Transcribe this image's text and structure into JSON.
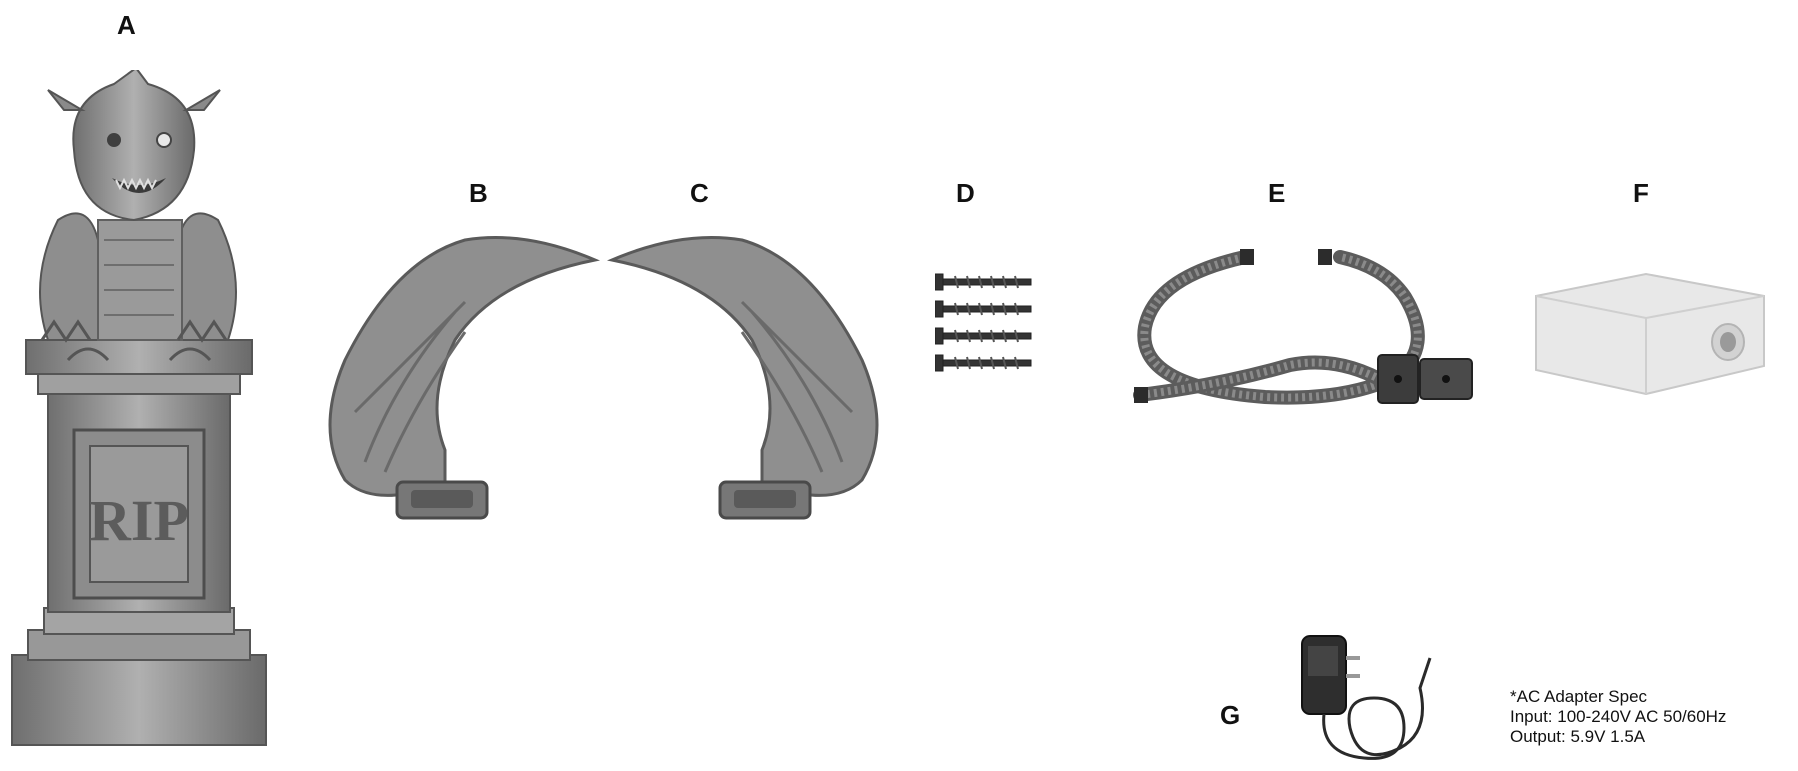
{
  "parts": [
    {
      "letter": "A",
      "icon": "gargoyle-tombstone-icon"
    },
    {
      "letter": "B",
      "icon": "left-wing-icon"
    },
    {
      "letter": "C",
      "icon": "right-wing-icon"
    },
    {
      "letter": "D",
      "icon": "screws-icon"
    },
    {
      "letter": "E",
      "icon": "flexible-hose-icon"
    },
    {
      "letter": "F",
      "icon": "connector-box-icon"
    },
    {
      "letter": "G",
      "icon": "ac-adapter-icon"
    }
  ],
  "tombstone_text": "RIP",
  "spec": {
    "title": "*AC Adapter Spec",
    "input": "Input: 100-240V AC 50/60Hz",
    "output": "Output: 5.9V 1.5A"
  },
  "colors": {
    "stone_light": "#a8a8a8",
    "stone_mid": "#7d7d7d",
    "stone_dark": "#4a4a4a",
    "metal": "#333333",
    "plastic": "#e6e6e6"
  }
}
